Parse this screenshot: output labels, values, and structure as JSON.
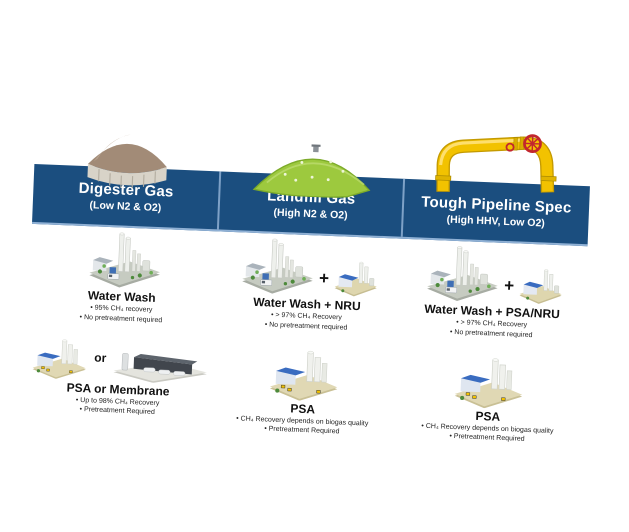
{
  "slide": {
    "banner": {
      "background_color": "#1B4E7F",
      "divider_color": "#8FB0D4",
      "text_color": "#FFFFFF"
    },
    "colors": {
      "digester_dome_tan": "#A28B77",
      "landfill_cap_green": "#9DC93E",
      "pipeline_yellow": "#F2C200",
      "valve_red": "#C2272E",
      "heading_text": "#111111"
    },
    "columns": [
      {
        "title": "Digester Gas",
        "subtitle": "(Low N2 & O2)",
        "hero_icon": "digester-dome-icon",
        "options": [
          {
            "heading": "Water Wash",
            "images": [
              "water-wash-plant-icon"
            ],
            "joiner": "",
            "bullets": [
              "95% CH₄ recovery",
              "No pretreatment required"
            ]
          },
          {
            "heading": "PSA or Membrane",
            "images": [
              "psa-unit-icon",
              "membrane-skid-icon"
            ],
            "joiner": "or",
            "bullets": [
              "Up to 98% CH₄ Recovery",
              "Pretreatment Required"
            ]
          }
        ]
      },
      {
        "title": "Landfill Gas",
        "subtitle": "(High N2 & O2)",
        "hero_icon": "landfill-cap-icon",
        "options": [
          {
            "heading": "Water Wash + NRU",
            "images": [
              "water-wash-plant-icon",
              "nru-plant-icon"
            ],
            "joiner": "+",
            "bullets": [
              "> 97% CH₄ Recovery",
              "No pretreatment required"
            ]
          },
          {
            "heading": "PSA",
            "images": [
              "psa-unit-icon"
            ],
            "joiner": "",
            "bullets": [
              "CH₄ Recovery depends on biogas quality",
              "Pretreatment Required"
            ]
          }
        ]
      },
      {
        "title": "Tough Pipeline Spec",
        "subtitle": "(High HHV, Low O2)",
        "hero_icon": "pipeline-icon",
        "options": [
          {
            "heading": "Water Wash + PSA/NRU",
            "images": [
              "water-wash-plant-icon",
              "nru-plant-icon"
            ],
            "joiner": "+",
            "bullets": [
              "> 97% CH₄ Recovery",
              "No pretreatment required"
            ]
          },
          {
            "heading": "PSA",
            "images": [
              "psa-unit-icon"
            ],
            "joiner": "",
            "bullets": [
              "CH₄ Recovery depends on biogas quality",
              "Pretreatment Required"
            ]
          }
        ]
      }
    ]
  }
}
